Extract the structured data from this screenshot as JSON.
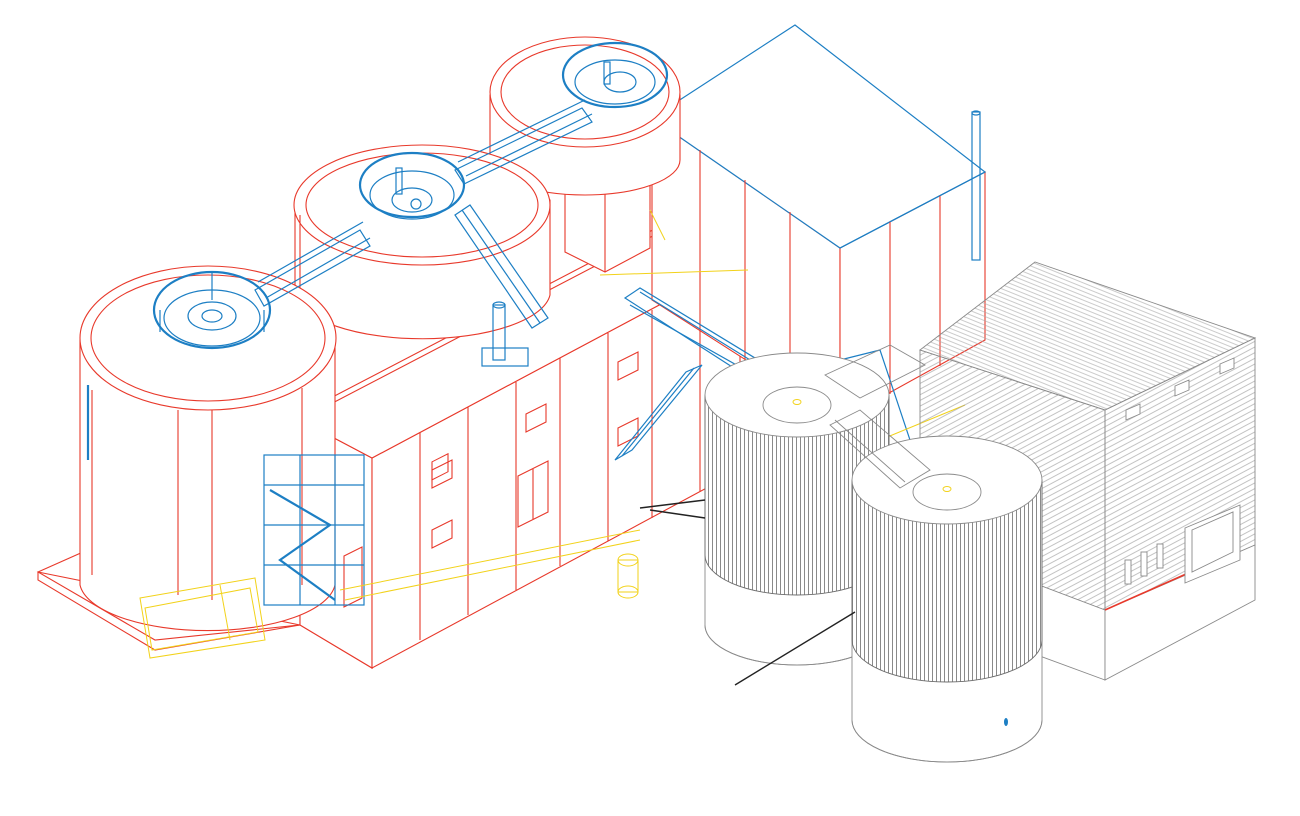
{
  "drawing": {
    "type": "isometric-plant-line-drawing",
    "colors": {
      "structure": "#e8392b",
      "steel_access": "#1d7fc4",
      "piping": "#f2d21a",
      "new_tanks": "#8a8a8a",
      "background": "#ffffff"
    },
    "elements": {
      "clarifier_tanks": 3,
      "digester_tanks": 2
    }
  }
}
